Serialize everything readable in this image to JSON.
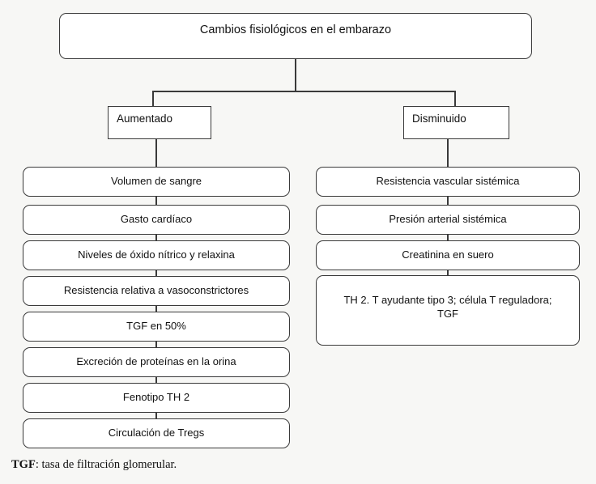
{
  "diagram": {
    "root": {
      "label": "Cambios fisiológicos en el embarazo"
    },
    "branches": [
      {
        "label": "Aumentado"
      },
      {
        "label": "Disminuido"
      }
    ],
    "increased_items": [
      {
        "label": "Volumen de sangre"
      },
      {
        "label": "Gasto cardíaco"
      },
      {
        "label": "Niveles de óxido nítrico y relaxina"
      },
      {
        "label": "Resistencia relativa a vasoconstrictores"
      },
      {
        "label": "TGF en 50%"
      },
      {
        "label": "Excreción de proteínas en la orina"
      },
      {
        "label": "Fenotipo TH 2"
      },
      {
        "label": "Circulación de Tregs"
      }
    ],
    "decreased_items": [
      {
        "label": "Resistencia vascular sistémica"
      },
      {
        "label": "Presión arterial sistémica"
      },
      {
        "label": "Creatinina en suero"
      },
      {
        "label": "TH 2. T ayudante tipo 3; célula T reguladora; TGF"
      }
    ],
    "footnote": {
      "abbr": "TGF",
      "text": ": tasa de filtración glomerular."
    },
    "colors": {
      "background": "#f7f7f5",
      "box_fill": "#ffffff",
      "stroke": "#3a3a3a",
      "text": "#111111"
    }
  }
}
